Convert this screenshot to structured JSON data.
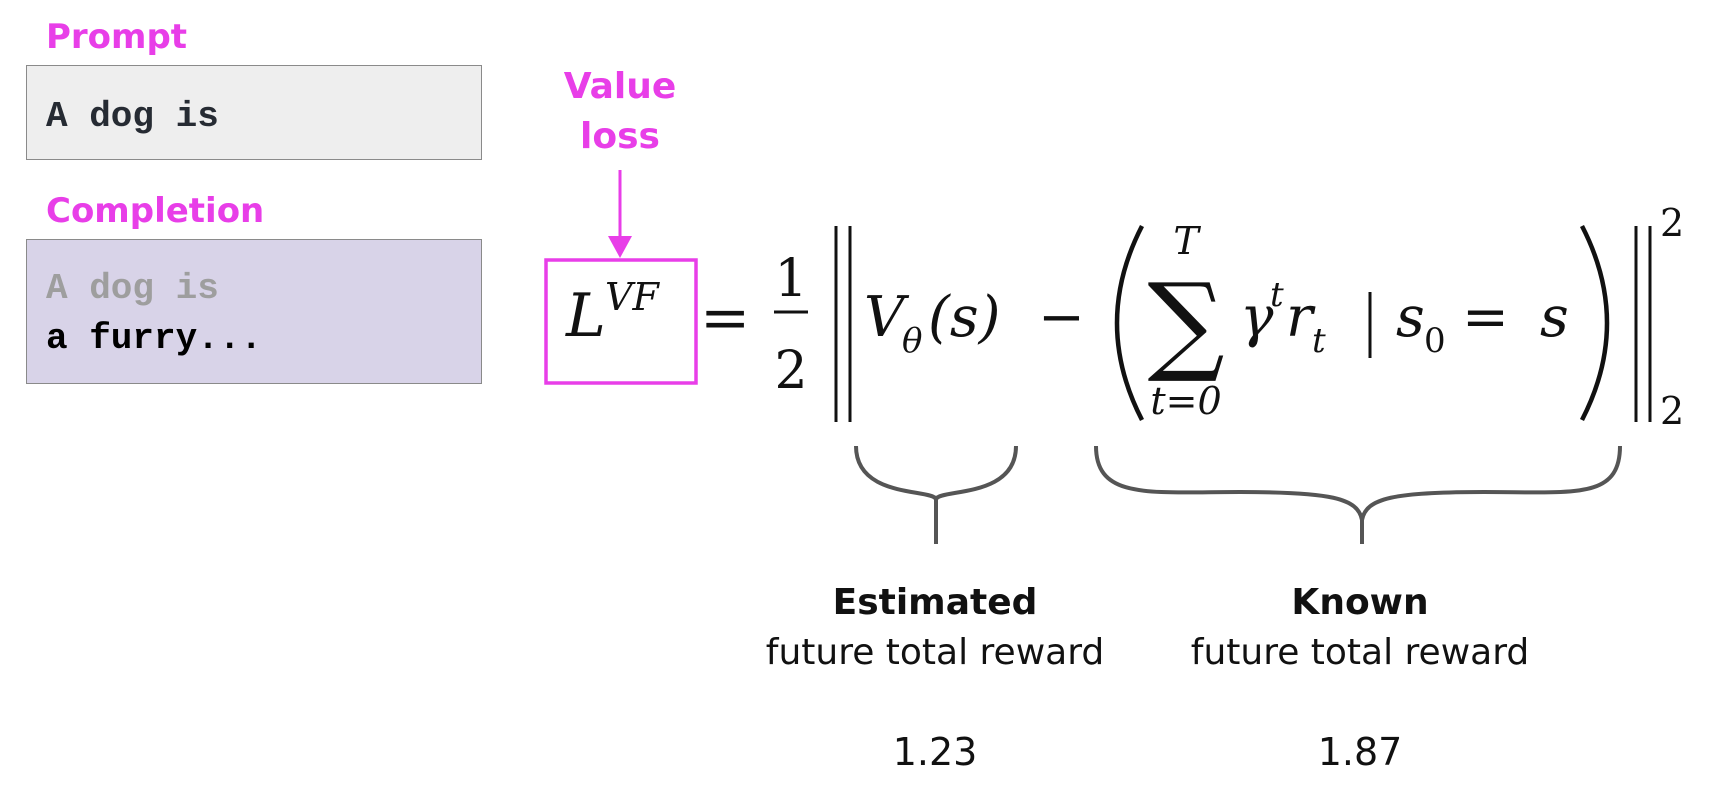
{
  "colors": {
    "accent": "#e83ee8",
    "prompt_bg": "#eeeeee",
    "completion_bg": "#d8d3e8",
    "prompt_echo_text": "#9e9e9e",
    "brace": "#555555"
  },
  "prompt": {
    "label": "Prompt",
    "text": "A dog is"
  },
  "completion": {
    "label": "Completion",
    "line1": "A dog is",
    "line2": "a furry..."
  },
  "value_loss": {
    "label_line1": "Value",
    "label_line2": "loss"
  },
  "formula": {
    "lhs_base": "L",
    "lhs_sup": "VF",
    "equals": "=",
    "frac_num": "1",
    "frac_den": "2",
    "v_base": "V",
    "v_sub": "θ",
    "v_arg": "(s)",
    "minus": "−",
    "sum_symbol": "∑",
    "sum_upper": "T",
    "sum_lower": "t=0",
    "gamma": "γ",
    "gamma_sup": "t",
    "r": "r",
    "r_sub": "t",
    "given": "|",
    "s0": "s",
    "s0_sub": "0",
    "equals2": "=",
    "s": "s",
    "norm_sup": "2",
    "norm_sub": "2"
  },
  "estimated": {
    "title": "Estimated",
    "subtitle": "future total reward",
    "value": "1.23"
  },
  "known": {
    "title": "Known",
    "subtitle": "future total reward",
    "value": "1.87"
  }
}
